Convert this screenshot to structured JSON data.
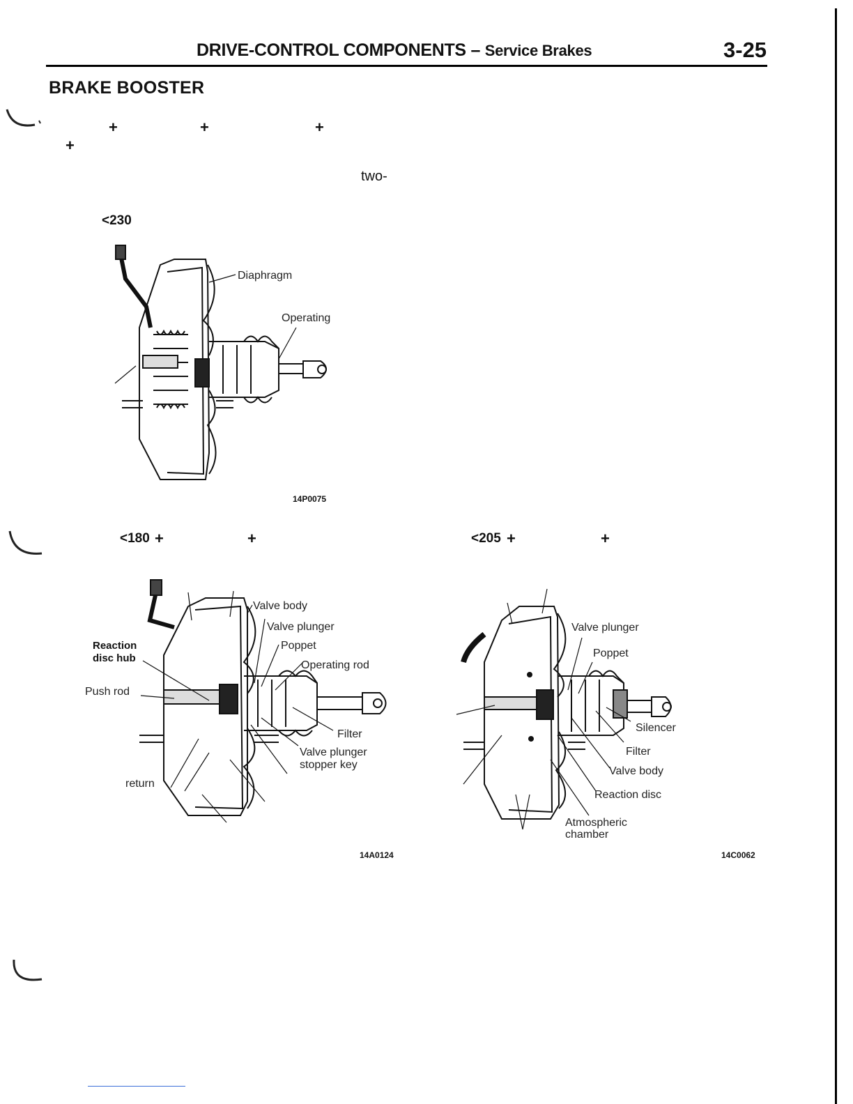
{
  "header": {
    "title_main": "DRIVE-CONTROL COMPONENTS",
    "title_dash": "–",
    "title_sub": "Service Brakes",
    "page_number": "3-25"
  },
  "section_title": "BRAKE BOOSTER",
  "fragments": {
    "plus": "+",
    "two": "two-",
    "lt230": "<230",
    "lt180": "<180",
    "lt205": "<205"
  },
  "figure1": {
    "code": "14P0075",
    "labels": {
      "diaphragm": "Diaphragm",
      "operating": "Operating"
    }
  },
  "figure2": {
    "code": "14A0124",
    "labels": {
      "valve_body": "Valve body",
      "valve_plunger": "Valve plunger",
      "poppet": "Poppet",
      "operating_rod": "Operating rod",
      "reaction_disc_hub_1": "Reaction",
      "reaction_disc_hub_2": "disc hub",
      "push_rod": "Push rod",
      "filter": "Filter",
      "valve_plunger_stopper_1": "Valve plunger",
      "valve_plunger_stopper_2": "stopper key",
      "return": "return"
    }
  },
  "figure3": {
    "code": "14C0062",
    "labels": {
      "valve_plunger": "Valve plunger",
      "poppet": "Poppet",
      "silencer": "Silencer",
      "filter": "Filter",
      "valve_body": "Valve body",
      "reaction_disc": "Reaction disc",
      "atmospheric_1": "Atmospheric",
      "atmospheric_2": "chamber"
    }
  }
}
